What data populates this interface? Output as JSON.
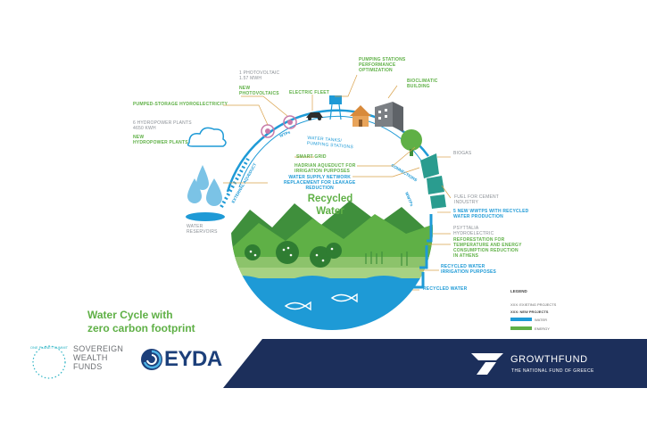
{
  "labels": {
    "photovoltaic_existing": "1 PHOTOVOLTAIC\n1.57 MWH",
    "new_photovoltaics": "NEW\nPHOTOVOLTAICS",
    "electric_fleet": "ELECTRIC FLEET",
    "pumping_stations": "PUMPING STATIONS\nPERFORMANCE\nOPTIMIZATION",
    "bioclimatic": "BIOCLIMATIC\nBUILDING",
    "pumped_storage": "PUMPED-STORAGE HYDROELECTRICITY",
    "hydropower_existing": "6 HYDROPOWER PLANTS\n4650 KWH",
    "new_hydropower": "NEW\nHYDROPOWER PLANTS",
    "water_tanks": "WATER TANKS/\nPUMPING STATIONS",
    "wtps": "WTPs",
    "connections": "CONNECTIONS",
    "smart_grid": "SMART GRID",
    "hadrian": "HADRIAN AQUEDUCT FOR\nIRRIGATION PURPOSES",
    "network_replacement": "WATER SUPPLY NETWORK\nREPLACEMENT FOR LEAKAGE\nREDUCTION",
    "external_aqueduct": "EXTERNAL AQUEDUCT",
    "water_reservoirs": "WATER\nRESERVOIRS",
    "biogas": "BIOGAS",
    "fuel_cement": "FUEL FOR CEMENT\nINDUSTRY",
    "wwtps": "WWTPs",
    "new_wwtps": "5 NEW WWTPS WITH RECYCLED\nWATER PRODUCTION",
    "psyttalia": "PSYTTALIA\nHYDROELECTRIC",
    "reforestation": "REFORESTATION FOR\nTEMPERATURE AND ENERGY\nCONSUMPTION REDUCTION\nIN ATHENS",
    "recycled_irrigation": "RECYCLED WATER\nIRRIGATION PURPOSES",
    "recycled_water": "RECYCLED WATER"
  },
  "center_title": "Recycled\nWater",
  "main_title": "Water Cycle with\nzero carbon footprint",
  "legend": {
    "title": "LEGEND",
    "existing": "XXX: EXISTING PROJECTS",
    "new": "XXX: NEW PROJECTS",
    "water": "WATER",
    "energy": "ENERGY"
  },
  "logos": {
    "one_planet": "ONE PLANET SUMMIT",
    "swf": "SOVEREIGN\nWEALTH\nFUNDS",
    "eydap": "EYDAP",
    "growthfund": "GROWTHFUND",
    "growthfund_sub": "THE NATIONAL FUND OF GREECE"
  },
  "colors": {
    "green": "#5fb046",
    "blue": "#1e9ad6",
    "navy": "#1c2f5b",
    "grey": "#8a8f95"
  }
}
